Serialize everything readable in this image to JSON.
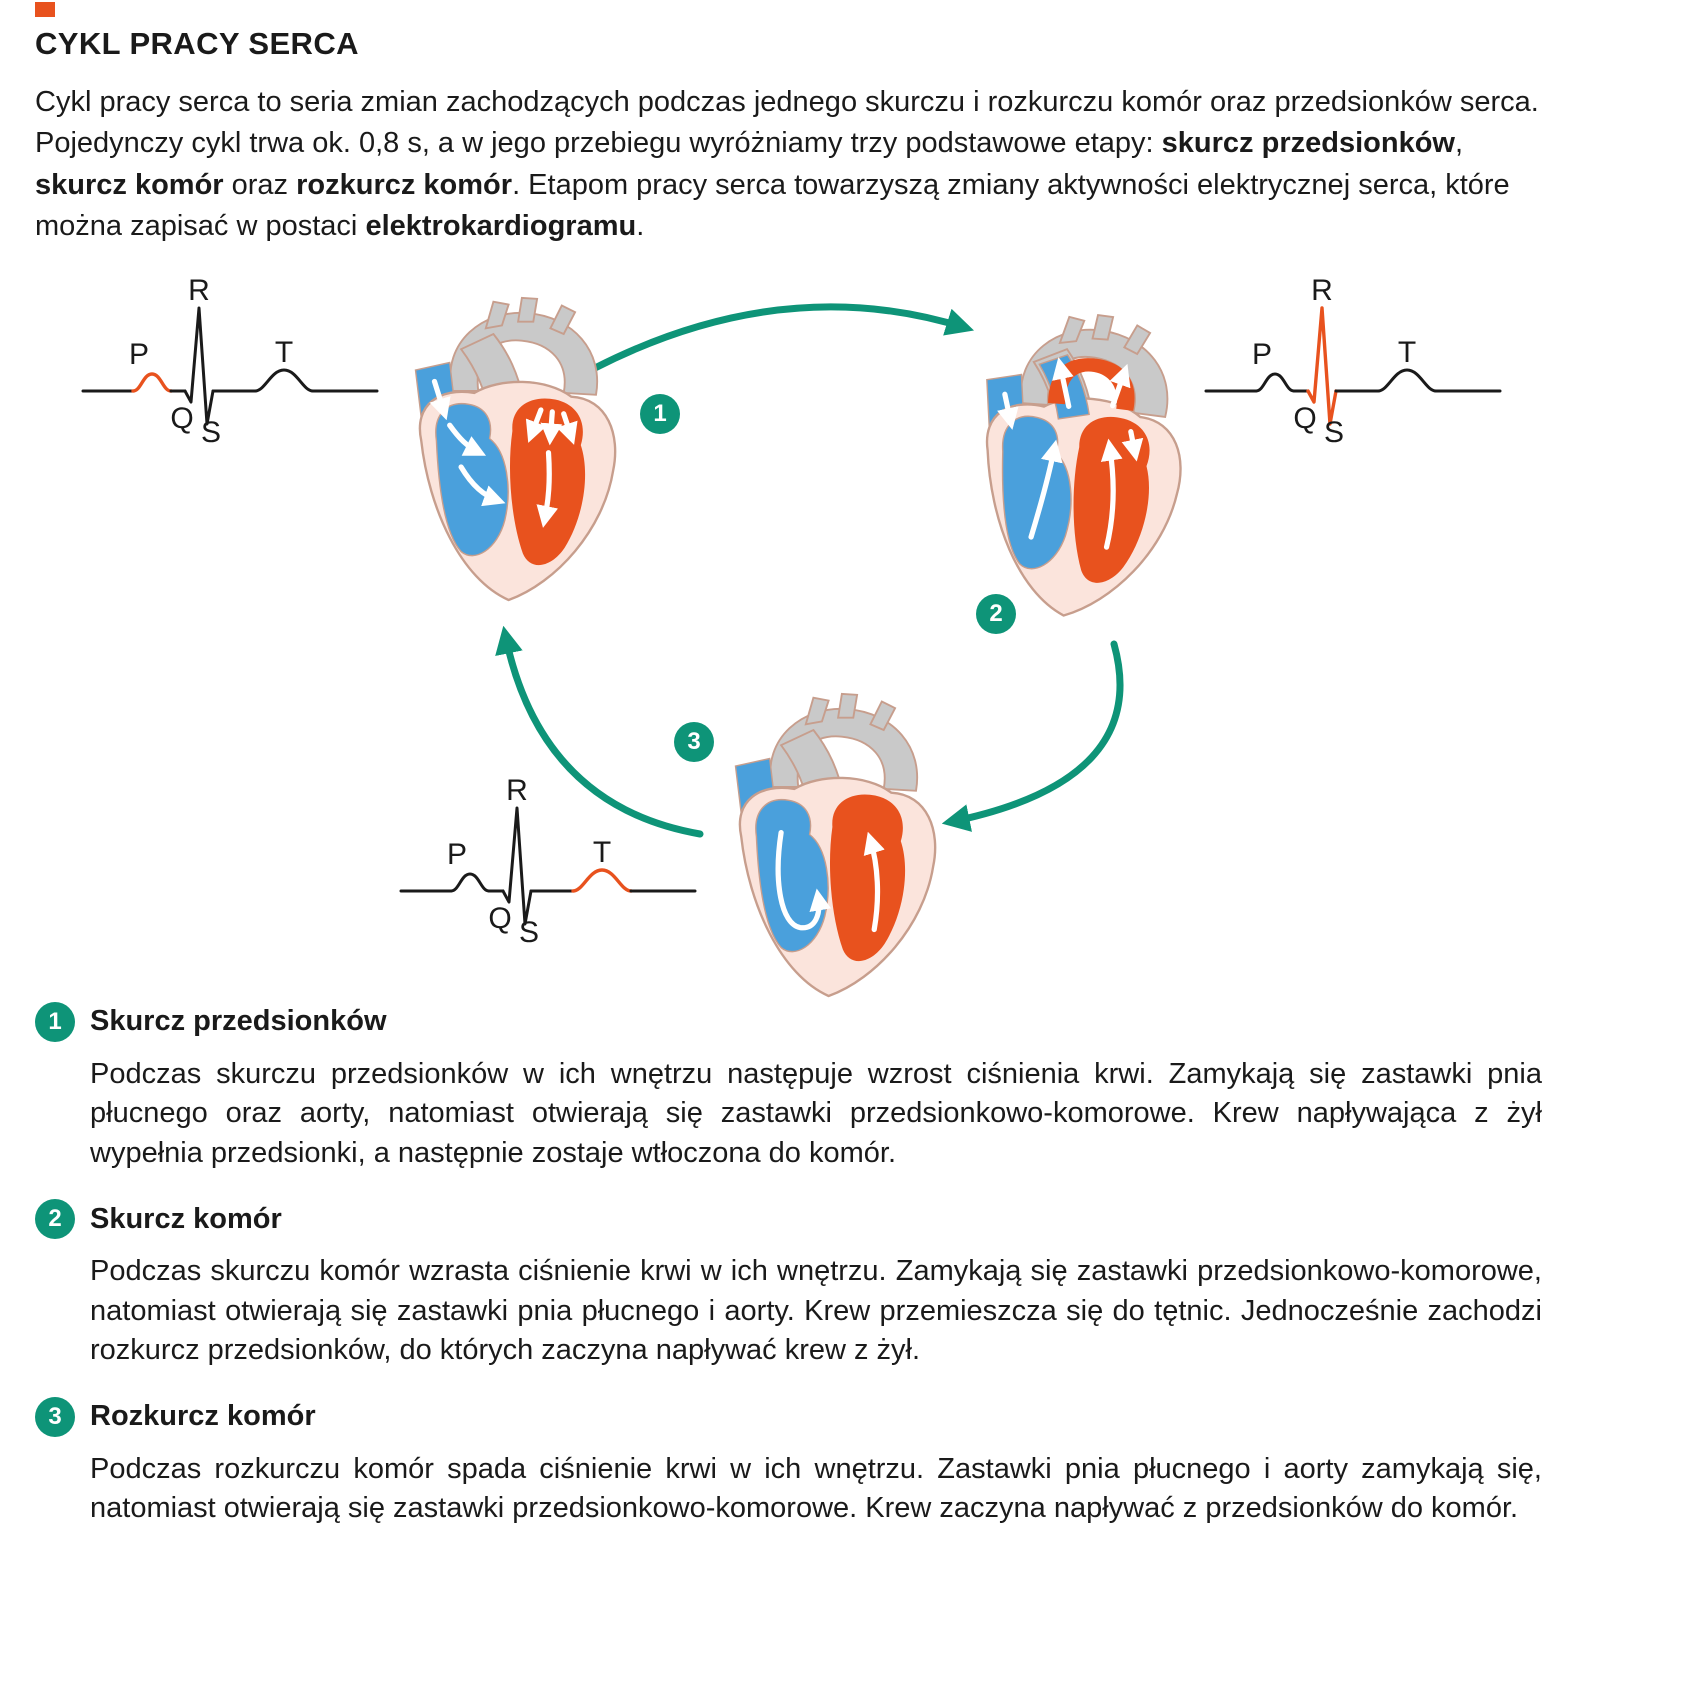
{
  "colors": {
    "teal": "#0E9478",
    "orange": "#E8521E",
    "blue": "#4AA0DC",
    "pink": "#FBE4DC",
    "vessel_gray": "#C9C9C9",
    "outline": "#C79E8D",
    "text": "#1A1A1A"
  },
  "header": {
    "title": "CYKL PRACY SERCA"
  },
  "intro": {
    "segments": [
      {
        "text": "Cykl pracy serca to seria zmian zachodzących podczas jednego skurczu i rozkurczu komór oraz przedsionków serca. Pojedynczy cykl trwa ok. 0,8 s, a w jego przebiegu wyróżniamy trzy podstawowe etapy: "
      },
      {
        "text": "skurcz przedsionków",
        "bold": true
      },
      {
        "text": ", "
      },
      {
        "text": "skurcz komór",
        "bold": true
      },
      {
        "text": " oraz "
      },
      {
        "text": "rozkurcz komór",
        "bold": true
      },
      {
        "text": ". Etapom pracy serca towarzyszą zmiany aktywności elektrycznej serca, które można zapisać w postaci "
      },
      {
        "text": "elektrokardiogramu",
        "bold": true
      },
      {
        "text": "."
      }
    ]
  },
  "diagram": {
    "badges": [
      "1",
      "2",
      "3"
    ],
    "ecg_labels": {
      "p": "P",
      "q": "Q",
      "r": "R",
      "s": "S",
      "t": "T"
    }
  },
  "sections": [
    {
      "number": "1",
      "title": "Skurcz przedsionków",
      "body": "Podczas skurczu przedsionków w ich wnętrzu następuje wzrost ciśnienia krwi. Zamykają się zastawki pnia płucnego oraz aorty, natomiast otwierają się zastawki przedsionkowo-komorowe. Krew napływająca z żył wypełnia przedsionki, a następnie zostaje wtłoczona do komór."
    },
    {
      "number": "2",
      "title": "Skurcz komór",
      "body": "Podczas skurczu komór wzrasta ciśnienie krwi w ich wnętrzu. Zamykają się zastawki przedsionkowo-komorowe, natomiast otwierają się zastawki pnia płucnego i aorty. Krew przemieszcza się do tętnic. Jednocześnie zachodzi rozkurcz przedsionków, do których zaczyna napływać krew z żył."
    },
    {
      "number": "3",
      "title": "Rozkurcz komór",
      "body": "Podczas rozkurczu komór spada ciśnienie krwi w ich wnętrzu. Zastawki pnia płucnego i aorty zamykają się, natomiast otwierają się zastawki przedsionkowo-komorowe. Krew zaczyna napływać z przedsionków do komór."
    }
  ]
}
